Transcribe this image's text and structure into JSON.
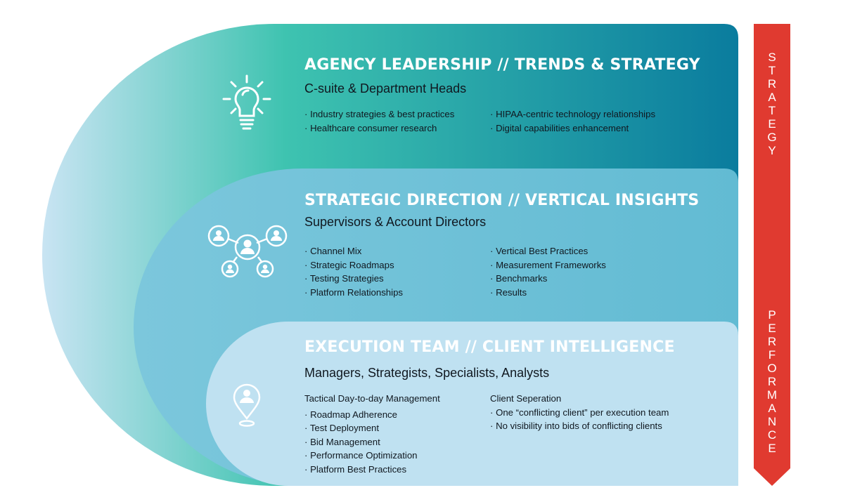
{
  "tiers": [
    {
      "title": "AGENCY LEADERSHIP // TRENDS & STRATEGY",
      "subtitle": "C-suite & Department Heads",
      "icon": "lightbulb-icon",
      "col1": {
        "heading": "",
        "items": [
          "Industry strategies & best practices",
          "Healthcare consumer research"
        ]
      },
      "col2": {
        "heading": "",
        "items": [
          "HIPAA-centric technology relationships",
          "Digital capabilities enhancement"
        ]
      }
    },
    {
      "title": "STRATEGIC DIRECTION // VERTICAL INSIGHTS",
      "subtitle": "Supervisors & Account Directors",
      "icon": "network-people-icon",
      "col1": {
        "heading": "",
        "items": [
          "Channel Mix",
          "Strategic Roadmaps",
          "Testing Strategies",
          "Platform Relationships"
        ]
      },
      "col2": {
        "heading": "",
        "items": [
          "Vertical Best Practices",
          "Measurement Frameworks",
          "Benchmarks",
          "Results"
        ]
      }
    },
    {
      "title": "EXECUTION TEAM // CLIENT INTELLIGENCE",
      "subtitle": "Managers, Strategists, Specialists, Analysts",
      "icon": "location-person-icon",
      "col1": {
        "heading": "Tactical Day-to-day Management",
        "items": [
          "Roadmap Adherence",
          "Test Deployment",
          "Bid Management",
          "Performance Optimization",
          "Platform Best Practices"
        ]
      },
      "col2": {
        "heading": "Client Seperation",
        "items": [
          "One “conflicting client” per execution team",
          "No visibility into bids of conflicting clients"
        ]
      }
    }
  ],
  "arrow": {
    "top_label": "STRATEGY",
    "bottom_label": "PERFORMANCE",
    "color": "#e03a30"
  },
  "colors": {
    "tier1_start": "#3ec3b0",
    "tier1_end": "#0b7f9f",
    "tier2": "#5fb9d0",
    "tier3": "#bfe1f1"
  }
}
